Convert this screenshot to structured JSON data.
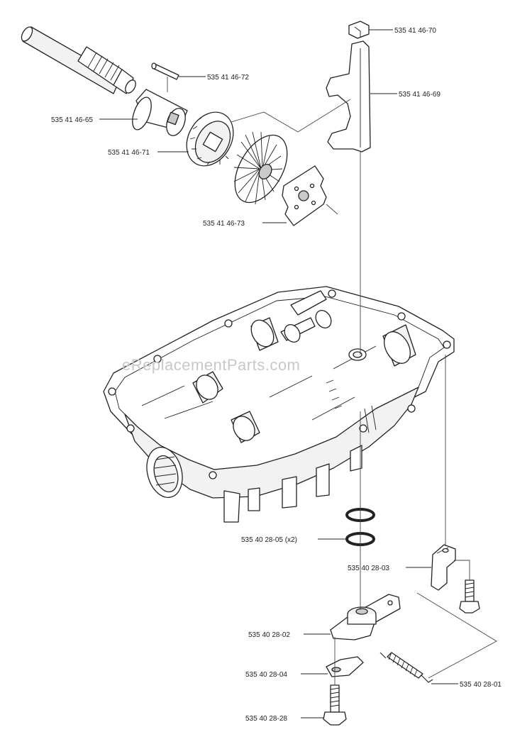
{
  "watermark": "eReplacementParts.com",
  "callouts": [
    {
      "id": "c1",
      "text": "535 41 46-70"
    },
    {
      "id": "c2",
      "text": "535 41 46-72"
    },
    {
      "id": "c3",
      "text": "535 41 46-69"
    },
    {
      "id": "c4",
      "text": "535 41 46-65"
    },
    {
      "id": "c5",
      "text": "535 41 46-71"
    },
    {
      "id": "c6",
      "text": "535 41 46-73"
    },
    {
      "id": "c7",
      "text": "535 40 28-05 (x2)"
    },
    {
      "id": "c8",
      "text": "535 40 28-03"
    },
    {
      "id": "c9",
      "text": "535 40 28-02"
    },
    {
      "id": "c10",
      "text": "535 40 28-04"
    },
    {
      "id": "c11",
      "text": "535 40 28-01"
    },
    {
      "id": "c12",
      "text": "535 40 28-28"
    }
  ]
}
